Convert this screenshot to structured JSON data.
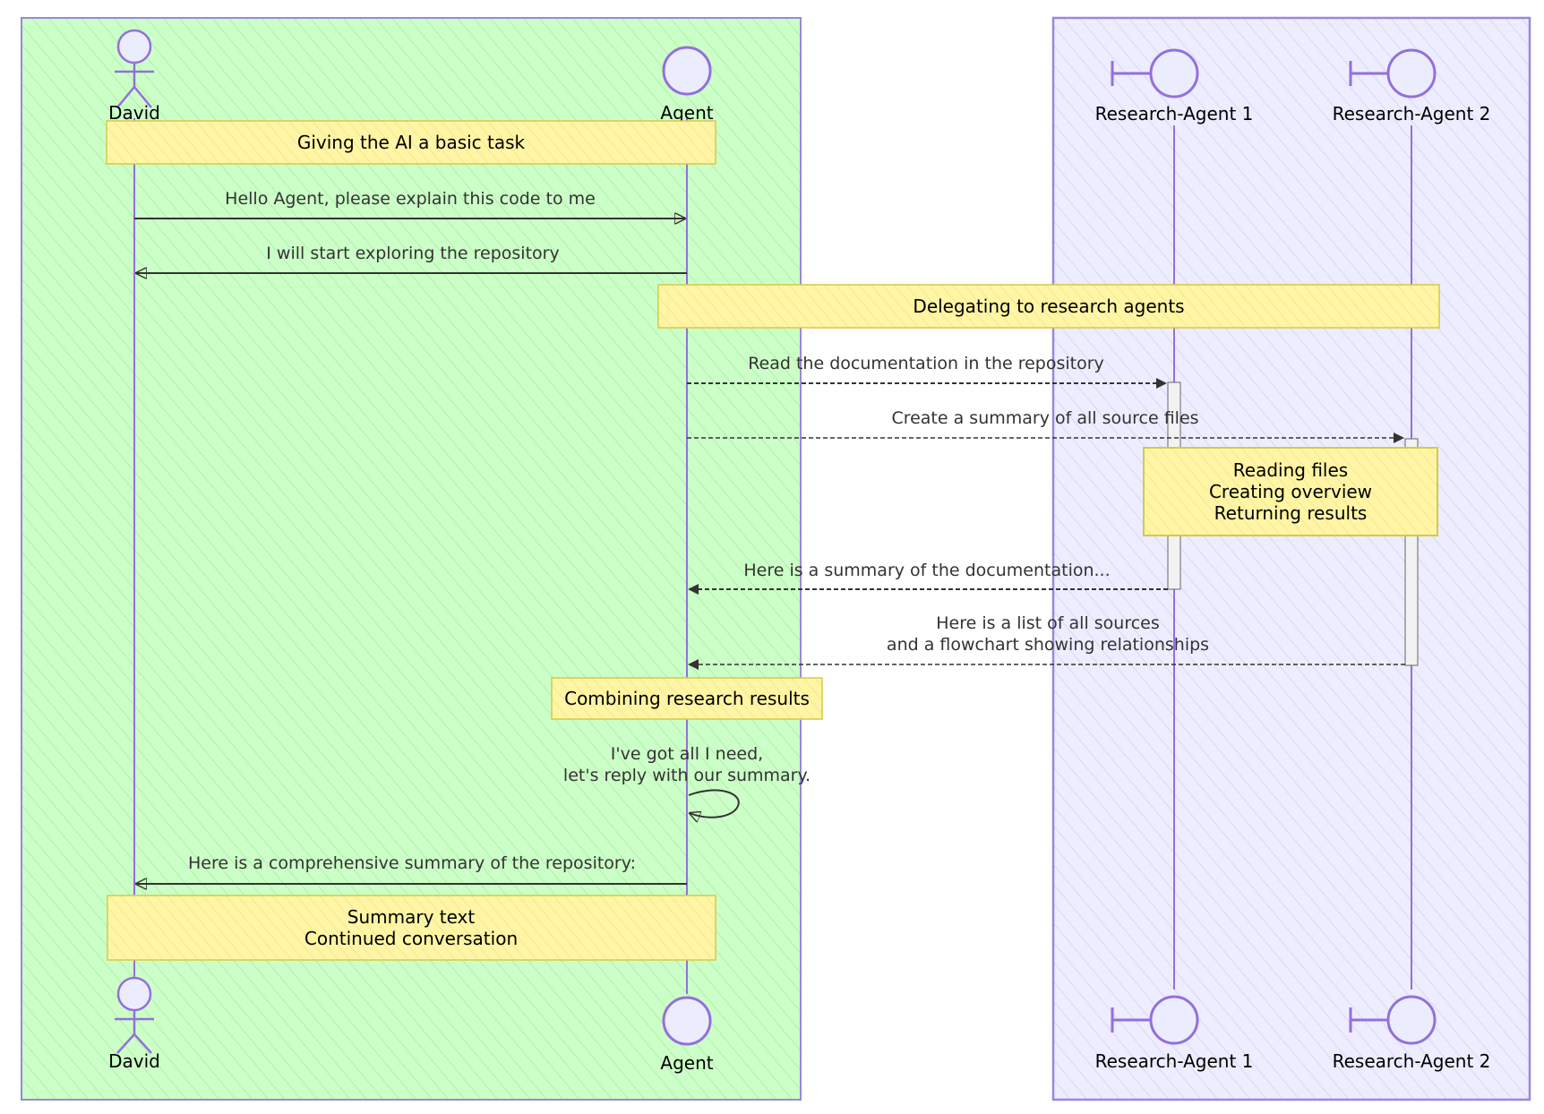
{
  "participants": {
    "david": {
      "label": "David"
    },
    "agent": {
      "label": "Agent"
    },
    "ra1": {
      "label": "Research-Agent 1"
    },
    "ra2": {
      "label": "Research-Agent 2"
    }
  },
  "notes": {
    "basic_task": "Giving the AI a basic task",
    "delegating": "Delegating to research agents",
    "reading_1": "Reading files",
    "reading_2": "Creating overview",
    "reading_3": "Returning results",
    "combining": "Combining research results",
    "summary_1": "Summary text",
    "summary_2": "Continued conversation"
  },
  "messages": {
    "m1": "Hello Agent, please explain this code to me",
    "m2": "I will start exploring the repository",
    "m3": "Read the documentation in the repository",
    "m4": "Create a summary of all source files",
    "m5": "Here is a summary of the documentation...",
    "m6_1": "Here is a list of all sources",
    "m6_2": "and a flowchart showing relationships",
    "m7_1": "I've got all I need,",
    "m7_2": "let's reply with our summary.",
    "m8": "Here is a comprehensive summary of the repository:"
  },
  "colors": {
    "box_left_fill": "#ccffc7",
    "box_right_fill": "#e8e8ff",
    "box_stroke": "#9c87d9",
    "lifeline": "#9370db",
    "participant_fill": "#ececff",
    "note_fill": "#fff5a5",
    "note_stroke": "#d6c94a",
    "arrow": "#333333"
  }
}
